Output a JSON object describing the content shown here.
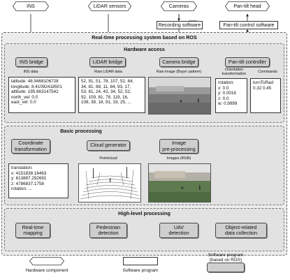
{
  "sensors": {
    "ins": "INS",
    "lidar": "LiDAR sensors",
    "cameras": "Cameras",
    "pantilt_head": "Pan-tilt head"
  },
  "software_top": {
    "recording": "Recording software",
    "pantilt_control": "Pan-tilt control software"
  },
  "ros_system_title": "Real-time processing system based on ROS",
  "hardware_access": {
    "title": "Hardware access",
    "ins_bridge": "INS bridge",
    "lidar_bridge": "LiDAR bridge",
    "camera_bridge": "Camera bridge",
    "pantilt_controller": "Pan-tilt controller",
    "ins_data_label": "INS data",
    "raw_lidar_label": "Raw LiDAR data",
    "raw_image_label": "Raw image (Bayer pattern)",
    "orientation_label": "Orientation\ntransformation",
    "commands_label": "Commands",
    "ins_data": [
      "latitude: 48.9468106728",
      "longitude: 8.41092418501",
      "altitude: 195.663147542",
      "north_vel: 0.0",
      "east_vel: 0.0"
    ],
    "lidar_data": [
      "52, 91, 51, 78, 107, 52, 64,",
      "34, 81, 68, 11, 84, 93, 17,",
      "53, 81, 24, 43, 34, 52, 52,",
      "92, 109, 81, 78, 119, 16,",
      "108, 38, 18, 91, 33, 25, ..."
    ],
    "rotation": [
      "rotation:",
      "x: 0.0",
      "y: 0.0016",
      "z: 0.0",
      "w: 0.9999"
    ],
    "commands": [
      "turnToRad",
      "0.32 0.45"
    ]
  },
  "basic_processing": {
    "title": "Basic processing",
    "coord_transform": "Coordinate\ntransformation",
    "cloud_generator": "Cloud generator",
    "image_preprocessing": "Image\npre-processing",
    "pointcloud_label": "Pointcloud",
    "images_label": "Images (RGB)",
    "translation": [
      "translation:",
      "x: 4151838.16463",
      "y: 613887.292691",
      "z: 4786837.1758",
      "rotation: ..."
    ]
  },
  "high_level_processing": {
    "title": "High-level processing",
    "realtime_mapping": "Real-time\nmapping",
    "pedestrian_detection": "Pedestrian\ndetection",
    "uav_detection": "UAV\ndetection",
    "object_related": "Object-related\ndata collection"
  },
  "legend": {
    "hardware": "Hardware component",
    "software": "Software program",
    "software_ros": "Software program\n(based on ROS)"
  }
}
